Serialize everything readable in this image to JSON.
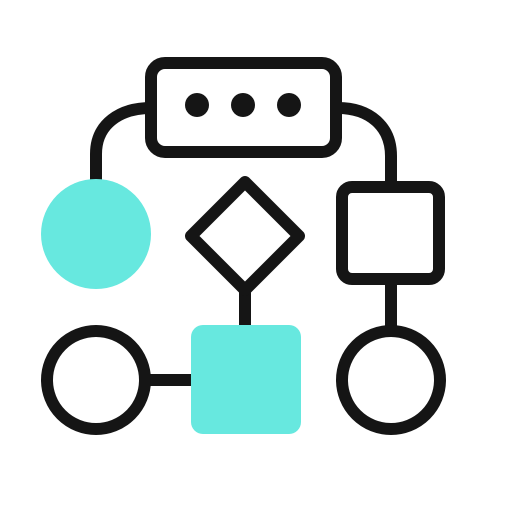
{
  "colors": {
    "stroke": "#151515",
    "accent": "#67e8df",
    "background": "#ffffff"
  },
  "nodes": [
    {
      "name": "start-process-box",
      "shape": "rounded-rectangle",
      "content_icon": "ellipsis-icon"
    },
    {
      "name": "decision-diamond",
      "shape": "diamond"
    },
    {
      "name": "left-accent-circle",
      "shape": "circle",
      "fill": "accent"
    },
    {
      "name": "right-process-square",
      "shape": "rounded-square"
    },
    {
      "name": "bottom-left-circle",
      "shape": "circle"
    },
    {
      "name": "bottom-center-accent-square",
      "shape": "rounded-square",
      "fill": "accent"
    },
    {
      "name": "bottom-right-circle",
      "shape": "circle"
    }
  ],
  "edges": [
    {
      "name": "edge-top-to-left-circle",
      "from": "start-process-box",
      "to": "left-accent-circle"
    },
    {
      "name": "edge-top-to-right-square",
      "from": "start-process-box",
      "to": "right-process-square"
    },
    {
      "name": "edge-diamond-to-accent-square",
      "from": "decision-diamond",
      "to": "bottom-center-accent-square"
    },
    {
      "name": "edge-left-circle-to-accent-square",
      "from": "bottom-left-circle",
      "to": "bottom-center-accent-square"
    },
    {
      "name": "edge-right-square-to-right-circle",
      "from": "right-process-square",
      "to": "bottom-right-circle"
    }
  ]
}
